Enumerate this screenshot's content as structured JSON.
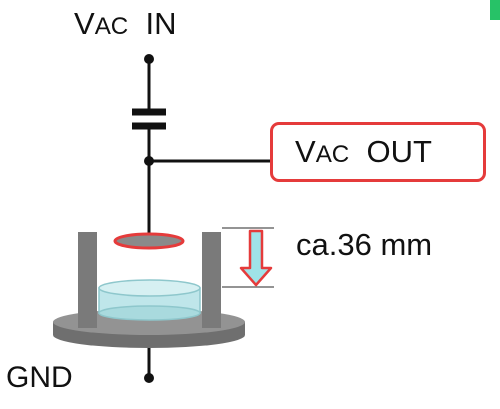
{
  "labels": {
    "vac_in": {
      "v": "V",
      "small": "AC",
      "rest": "IN"
    },
    "vac_out": {
      "v": "V",
      "small": "AC",
      "rest": "OUT"
    },
    "gnd": "GND",
    "distance": "ca.36 mm"
  },
  "colors": {
    "wire": "#111111",
    "accent_red": "#e53b3b",
    "arrow_fill": "#9fe3e8",
    "liquid": "#bfe6ea",
    "holder_gray": "#7a7a7a",
    "base_gray": "#8c8c8c",
    "corner_accent": "#27c267"
  }
}
